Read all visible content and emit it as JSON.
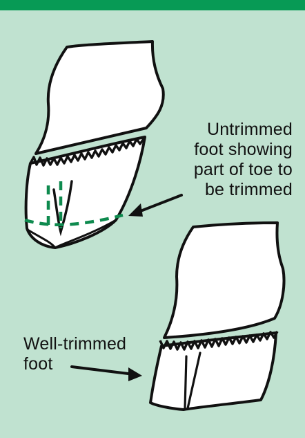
{
  "colors": {
    "background": "#c0e2d0",
    "top_bar": "#079a55",
    "trim_guide": "#0e8a4e",
    "outline": "#111111",
    "hoof_fill": "#ffffff"
  },
  "labels": {
    "untrimmed": "Untrimmed\nfoot showing\npart of toe to\nbe trimmed",
    "well_trimmed": "Well-trimmed\nfoot"
  },
  "icons": {
    "arrow_1": "arrow-left",
    "arrow_2": "arrow-right"
  }
}
